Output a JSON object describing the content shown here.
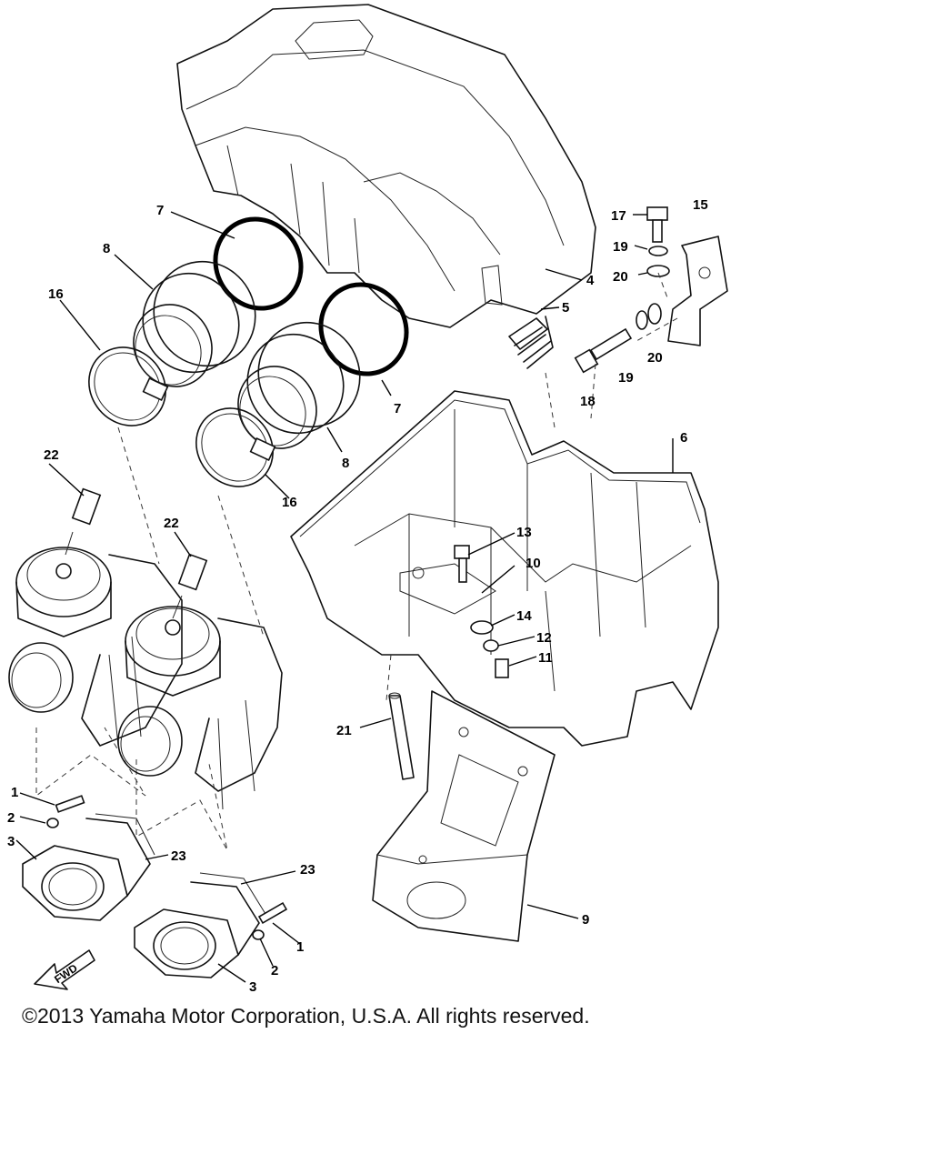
{
  "diagram": {
    "callouts": [
      "7",
      "8",
      "16",
      "4",
      "5",
      "7",
      "8",
      "16",
      "17",
      "15",
      "19",
      "20",
      "18",
      "19",
      "20",
      "6",
      "22",
      "22",
      "13",
      "10",
      "14",
      "12",
      "11",
      "21",
      "1",
      "2",
      "3",
      "23",
      "23",
      "1",
      "2",
      "3",
      "9"
    ],
    "fwd_label": "FWD"
  },
  "footer": {
    "copyright": "©2013 Yamaha Motor Corporation, U.S.A. All rights reserved."
  }
}
